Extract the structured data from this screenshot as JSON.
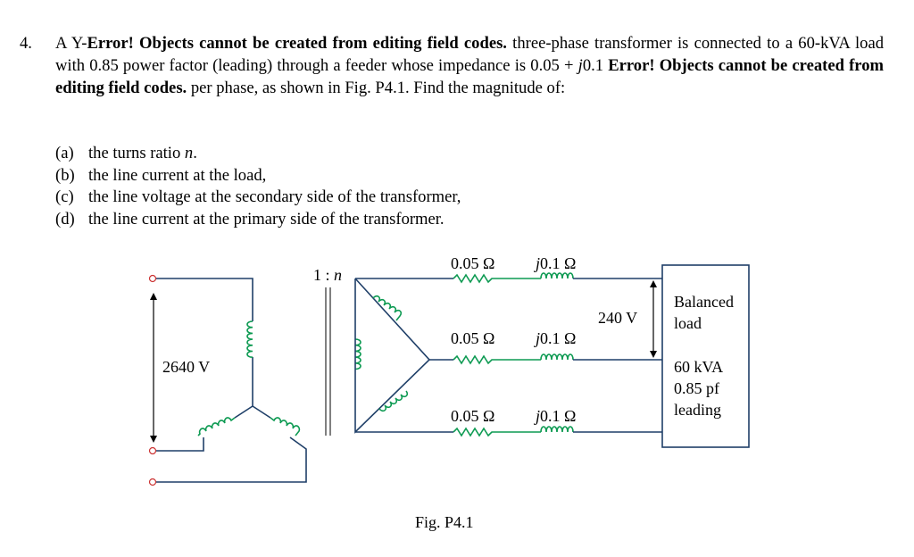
{
  "question": {
    "number": "4.",
    "t1": "A Y-",
    "e1": "Error! Objects cannot be created from editing field codes.",
    "t2": " three-phase transformer is connected to a 60-kVA load with 0.85 power factor (leading) through a feeder whose impedance is 0.05 + ",
    "j": "j",
    "t3": "0.1 ",
    "e2": "Error! Objects cannot be created from editing field codes.",
    "t4": " per phase, as shown in Fig. P4.1. Find the magnitude of:"
  },
  "parts": [
    {
      "label": "(a)",
      "pre": "the turns ratio ",
      "em": "n",
      "post": "."
    },
    {
      "label": "(b)",
      "pre": "the line current at the load,",
      "em": "",
      "post": ""
    },
    {
      "label": "(c)",
      "pre": "the line voltage at the secondary side of the transformer,",
      "em": "",
      "post": ""
    },
    {
      "label": "(d)",
      "pre": "the line current at the primary side of the transformer.",
      "em": "",
      "post": ""
    }
  ],
  "figure": {
    "primary_voltage": "2640 V",
    "turns_ratio_pre": "1 : ",
    "turns_ratio_var": "n",
    "resistance": "0.05 Ω",
    "reactance_j": "j",
    "reactance_val": "0.1 Ω",
    "line_voltage": "240 V",
    "load_name_1": "Balanced",
    "load_name_2": "load",
    "load_kva": "60 kVA",
    "load_pf": "0.85 pf",
    "load_type": "leading",
    "caption": "Fig. P4.1"
  },
  "colors": {
    "coil": "#0d9a52",
    "wire": "#1f3f68"
  }
}
